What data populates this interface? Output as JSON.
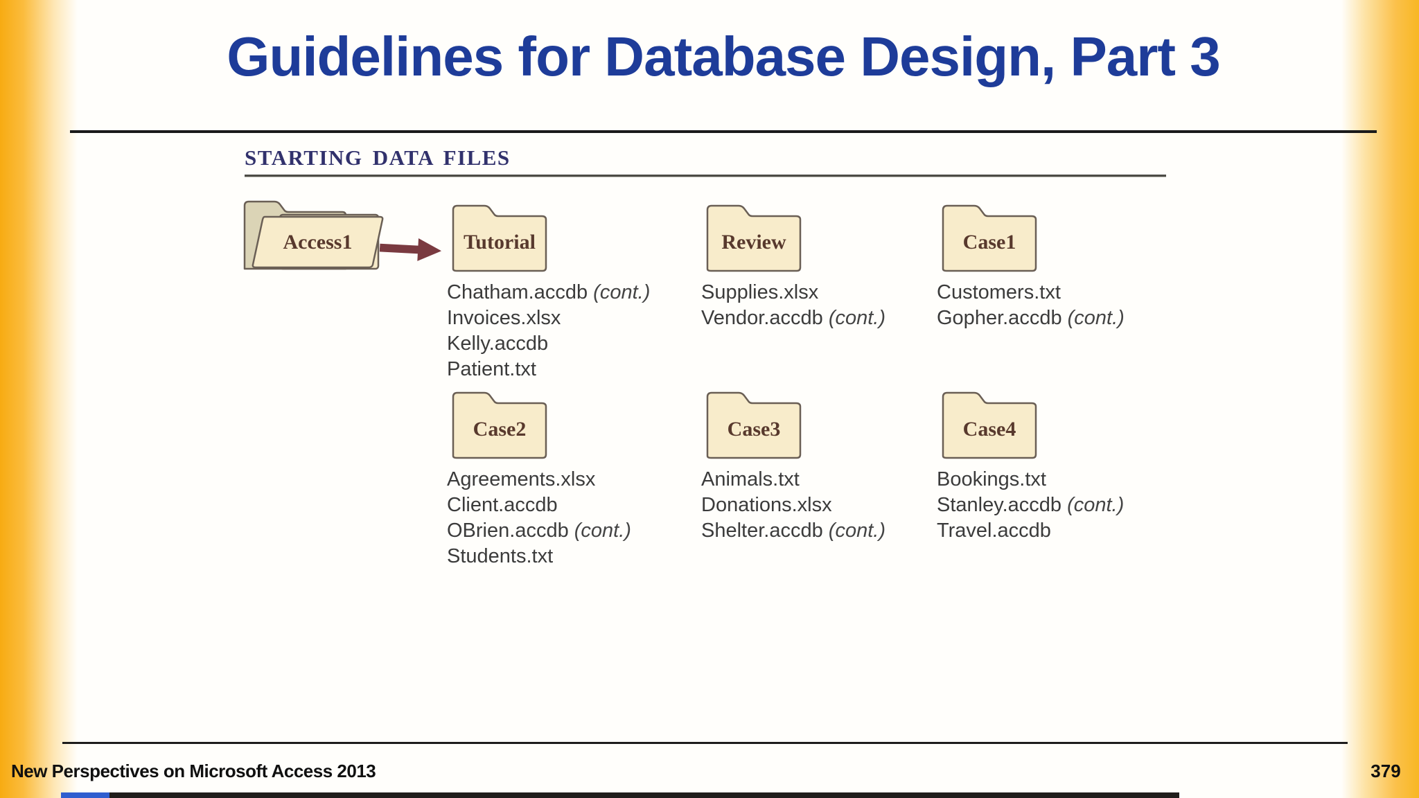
{
  "slide": {
    "title": "Guidelines for Database Design, Part 3",
    "footer": {
      "left_text": "New Perspectives on Microsoft Access 2013",
      "page_number": "379"
    }
  },
  "figure": {
    "heading": "STARTING DATA FILES",
    "source": {
      "label": "Access1"
    },
    "folders": [
      {
        "label": "Tutorial",
        "files": [
          {
            "name": "Chatham.accdb",
            "suffix": "(cont.)"
          },
          {
            "name": "Invoices.xlsx"
          },
          {
            "name": "Kelly.accdb"
          },
          {
            "name": "Patient.txt"
          }
        ]
      },
      {
        "label": "Review",
        "files": [
          {
            "name": "Supplies.xlsx"
          },
          {
            "name": "Vendor.accdb",
            "suffix": "(cont.)"
          }
        ]
      },
      {
        "label": "Case1",
        "files": [
          {
            "name": "Customers.txt"
          },
          {
            "name": "Gopher.accdb",
            "suffix": "(cont.)"
          }
        ]
      },
      {
        "label": "Case2",
        "files": [
          {
            "name": "Agreements.xlsx"
          },
          {
            "name": "Client.accdb"
          },
          {
            "name": "OBrien.accdb",
            "suffix": "(cont.)"
          },
          {
            "name": "Students.txt"
          }
        ]
      },
      {
        "label": "Case3",
        "files": [
          {
            "name": "Animals.txt"
          },
          {
            "name": "Donations.xlsx"
          },
          {
            "name": "Shelter.accdb",
            "suffix": "(cont.)"
          }
        ]
      },
      {
        "label": "Case4",
        "files": [
          {
            "name": "Bookings.txt"
          },
          {
            "name": "Stanley.accdb",
            "suffix": "(cont.)"
          },
          {
            "name": "Travel.accdb"
          }
        ]
      }
    ]
  },
  "colors": {
    "title_blue": "#1e3c99",
    "heading_indigo": "#31316c",
    "folder_fill": "#f8eccb",
    "folder_back": "#dbd4b6",
    "folder_border": "#6a5f55",
    "folder_label_brown": "#58392d",
    "arrow_maroon": "#7a3a40",
    "edge_gold": "#f7ab12",
    "file_text": "#3b3b3b"
  }
}
